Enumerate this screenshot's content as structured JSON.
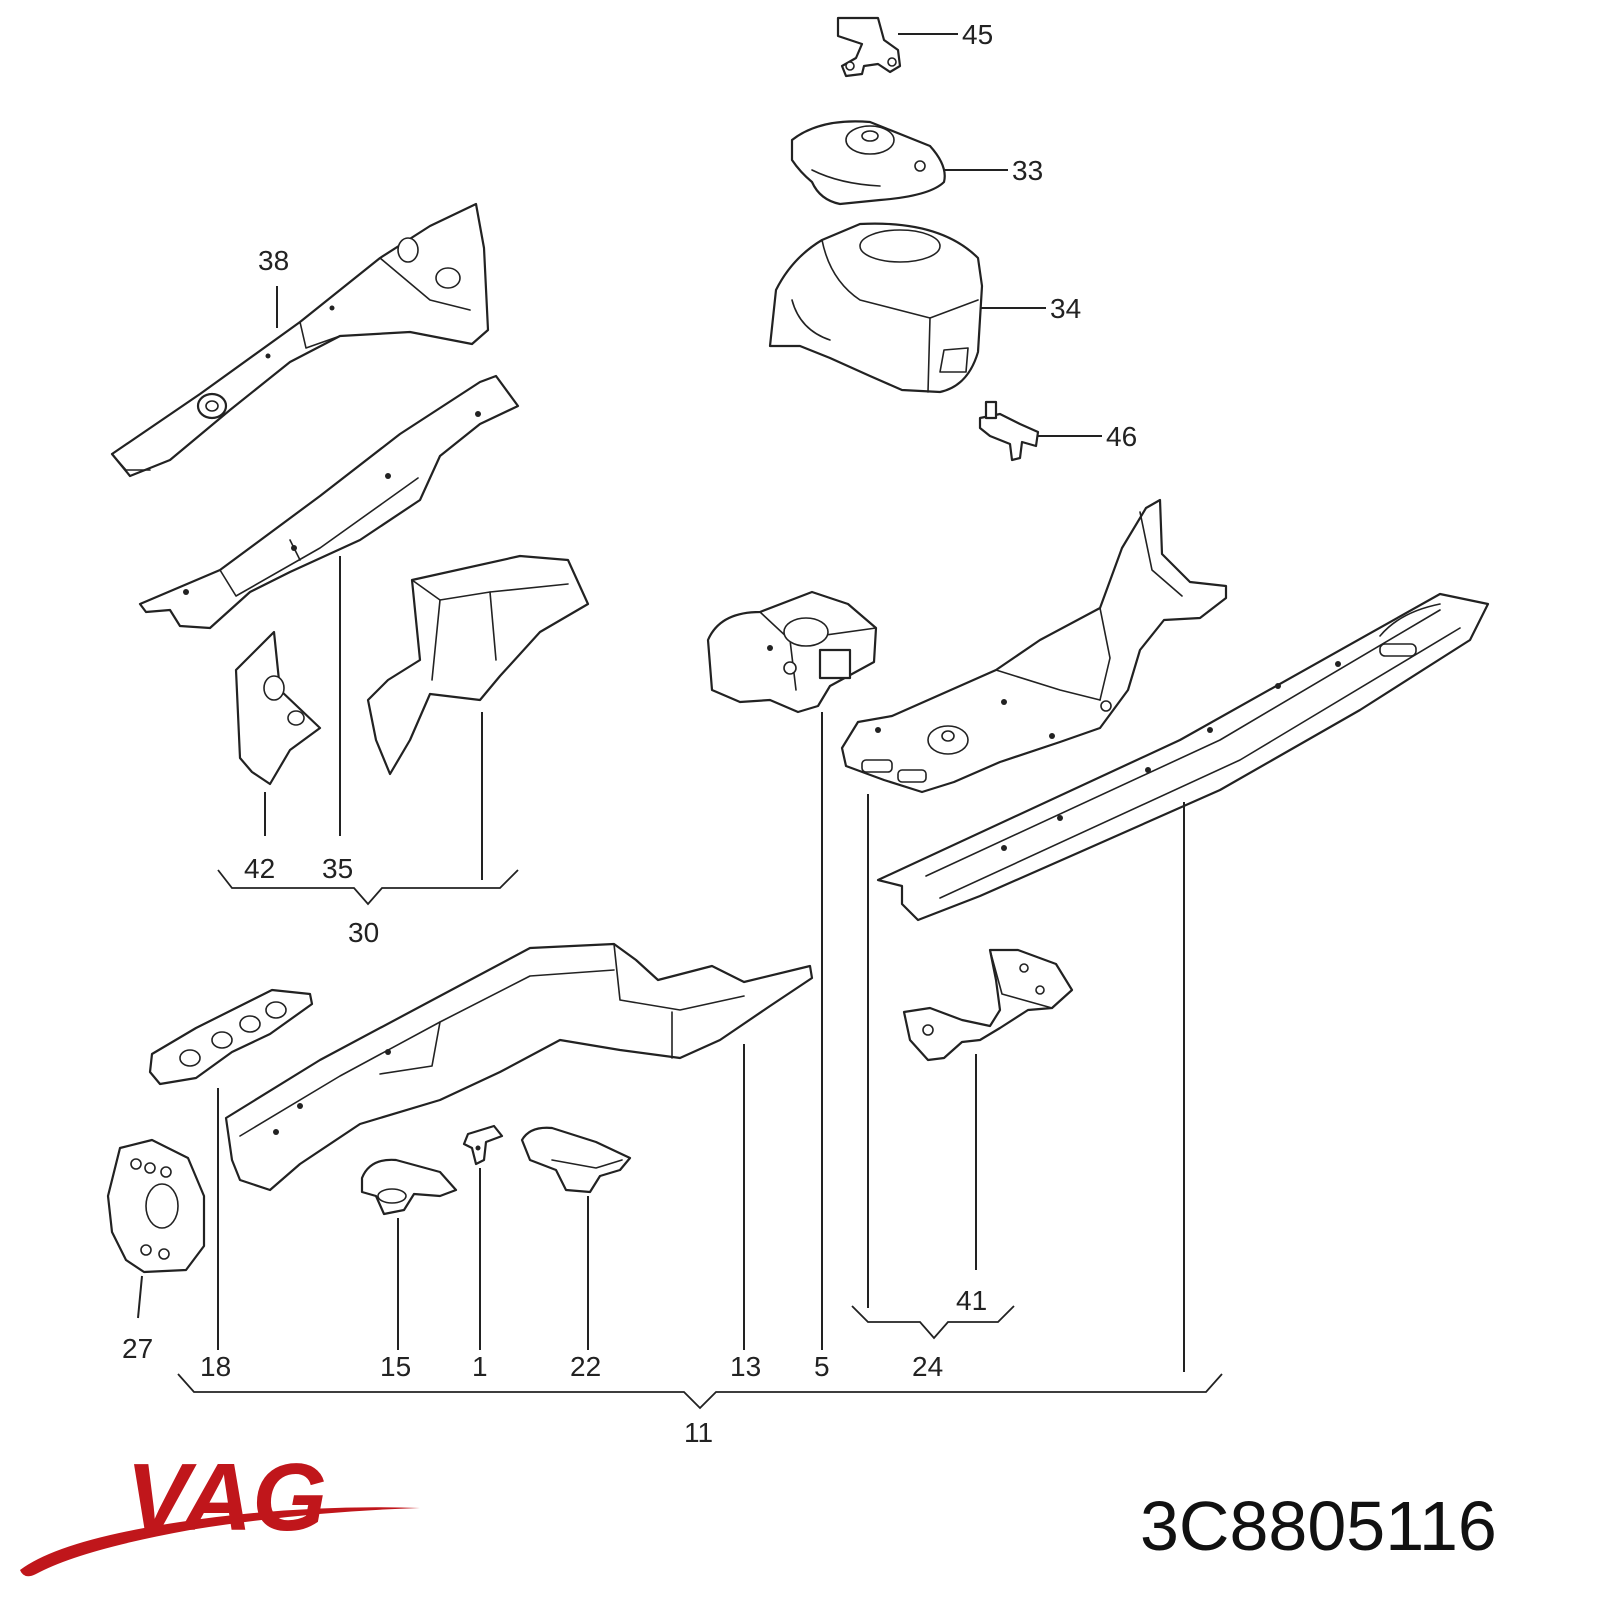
{
  "callouts": {
    "c45": "45",
    "c33": "33",
    "c34": "34",
    "c46": "46",
    "c38": "38",
    "c42": "42",
    "c35": "35",
    "c30": "30",
    "c5": "5",
    "c41": "41",
    "c24": "24",
    "c27": "27",
    "c18": "18",
    "c15": "15",
    "c1": "1",
    "c22": "22",
    "c13": "13",
    "c11": "11"
  },
  "brand": {
    "logo_text": "VAG",
    "logo_color": "#c0161b"
  },
  "part_number": "3C8805116"
}
